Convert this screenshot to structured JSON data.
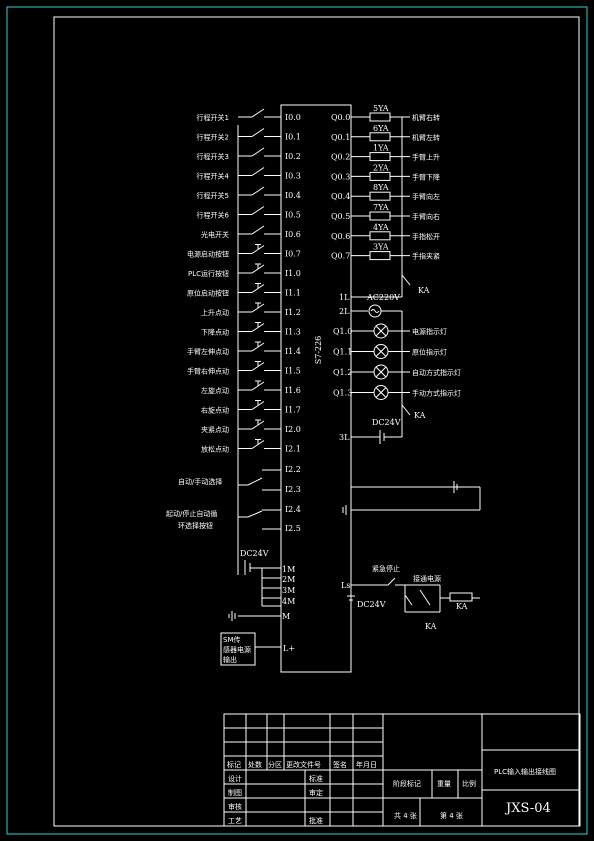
{
  "plc": {
    "model": "S7-226",
    "inputs": [
      {
        "addr": "I0.0",
        "label": "行程开关1"
      },
      {
        "addr": "I0.1",
        "label": "行程开关2"
      },
      {
        "addr": "I0.2",
        "label": "行程开关3"
      },
      {
        "addr": "I0.3",
        "label": "行程开关4"
      },
      {
        "addr": "I0.4",
        "label": "行程开关5"
      },
      {
        "addr": "I0.5",
        "label": "行程开关6"
      },
      {
        "addr": "I0.6",
        "label": "光电开关"
      },
      {
        "addr": "I0.7",
        "label": "电源启动按钮"
      },
      {
        "addr": "I1.0",
        "label": "PLC运行按钮"
      },
      {
        "addr": "I1.1",
        "label": "原位启动按钮"
      },
      {
        "addr": "I1.2",
        "label": "上升点动"
      },
      {
        "addr": "I1.3",
        "label": "下降点动"
      },
      {
        "addr": "I1.4",
        "label": "手臂左伸点动"
      },
      {
        "addr": "I1.5",
        "label": "手臂右伸点动"
      },
      {
        "addr": "I1.6",
        "label": "左旋点动"
      },
      {
        "addr": "I1.7",
        "label": "右旋点动"
      },
      {
        "addr": "I2.0",
        "label": "夹紧点动"
      },
      {
        "addr": "I2.1",
        "label": "放松点动"
      }
    ],
    "selector": {
      "addr_a": "I2.2",
      "addr_b": "I2.3",
      "label": "自动/手动选择"
    },
    "cycle": {
      "addr_a": "I2.4",
      "addr_b": "I2.5",
      "label1": "起动/停止自动循",
      "label2": "环选择按钮"
    },
    "outputs": [
      {
        "addr": "Q0.0",
        "coil": "5YA",
        "label": "机臂右转"
      },
      {
        "addr": "Q0.1",
        "coil": "6YA",
        "label": "机臂左转"
      },
      {
        "addr": "Q0.2",
        "coil": "1YA",
        "label": "手臂上升"
      },
      {
        "addr": "Q0.3",
        "coil": "2YA",
        "label": "手臂下降"
      },
      {
        "addr": "Q0.4",
        "coil": "8YA",
        "label": "手臂向左"
      },
      {
        "addr": "Q0.5",
        "coil": "7YA",
        "label": "手臂向右"
      },
      {
        "addr": "Q0.6",
        "coil": "4YA",
        "label": "手指松开"
      },
      {
        "addr": "Q0.7",
        "coil": "3YA",
        "label": "手指夹紧"
      }
    ],
    "lamps": [
      {
        "addr": "Q1.0",
        "label": "电源指示灯"
      },
      {
        "addr": "Q1.1",
        "label": "原位指示灯"
      },
      {
        "addr": "Q1.2",
        "label": "自动方式指示灯"
      },
      {
        "addr": "Q1.3",
        "label": "手动方式指示灯"
      }
    ],
    "terminals": {
      "l1": "1L",
      "l2": "2L",
      "l3": "3L",
      "m1": "1M",
      "m2": "2M",
      "m3": "3M",
      "m4": "4M",
      "m": "M",
      "lplus": "L+",
      "ls": "Ls"
    },
    "supplies": {
      "ac": "AC220V",
      "dc1": "DC24V",
      "dc2": "DC24V",
      "dc3": "DC24V"
    },
    "relay": {
      "ka1": "KA",
      "ka2": "KA",
      "ka3": "KA",
      "ka4": "KA"
    },
    "extras": {
      "estop": "紧急停止",
      "start_supply": "接通电源",
      "sensor1": "SM传",
      "sensor2": "感器电源",
      "sensor3": "输出"
    }
  },
  "titleblock": {
    "drawing_title": "PLC输入输出接线图",
    "drawing_no": "JXS-04",
    "row_headers": [
      "标记",
      "处数",
      "分区",
      "更改文件号",
      "签名",
      "年月日"
    ],
    "design": "设计",
    "standard": "标准",
    "draw": "制图",
    "review": "审定",
    "check": "审核",
    "process": "工艺",
    "approve": "批准",
    "stage": "阶段标记",
    "weight": "重量",
    "scale": "比例",
    "total": "共 4 张",
    "sheet": "第 4 张"
  }
}
